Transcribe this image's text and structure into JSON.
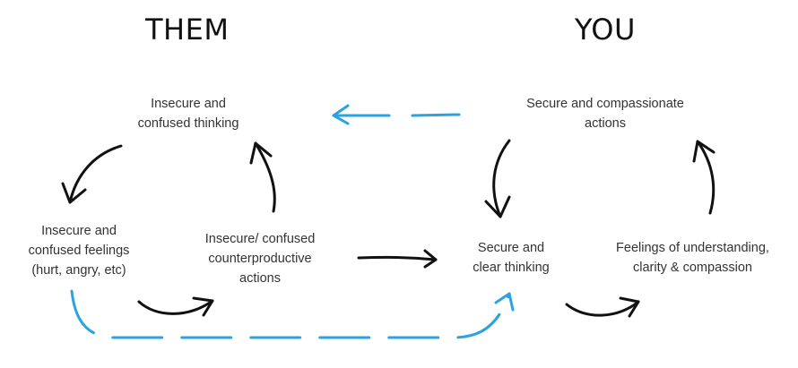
{
  "headings": {
    "left": "THEM",
    "right": "YOU"
  },
  "nodes": {
    "them_thinking": [
      "Insecure and",
      "confused thinking"
    ],
    "them_feelings": [
      "Insecure and",
      "confused feelings",
      "(hurt, angry, etc)"
    ],
    "them_actions": [
      "Insecure/ confused",
      "counterproductive",
      "actions"
    ],
    "you_actions": [
      "Secure and compassionate",
      "actions"
    ],
    "you_thinking": [
      "Secure and",
      "clear thinking"
    ],
    "you_feelings": [
      "Feelings of understanding,",
      "clarity & compassion"
    ]
  },
  "colors": {
    "cycle_arrow": "#111111",
    "influence_arrow": "#2aa3e0",
    "text": "#333333"
  }
}
